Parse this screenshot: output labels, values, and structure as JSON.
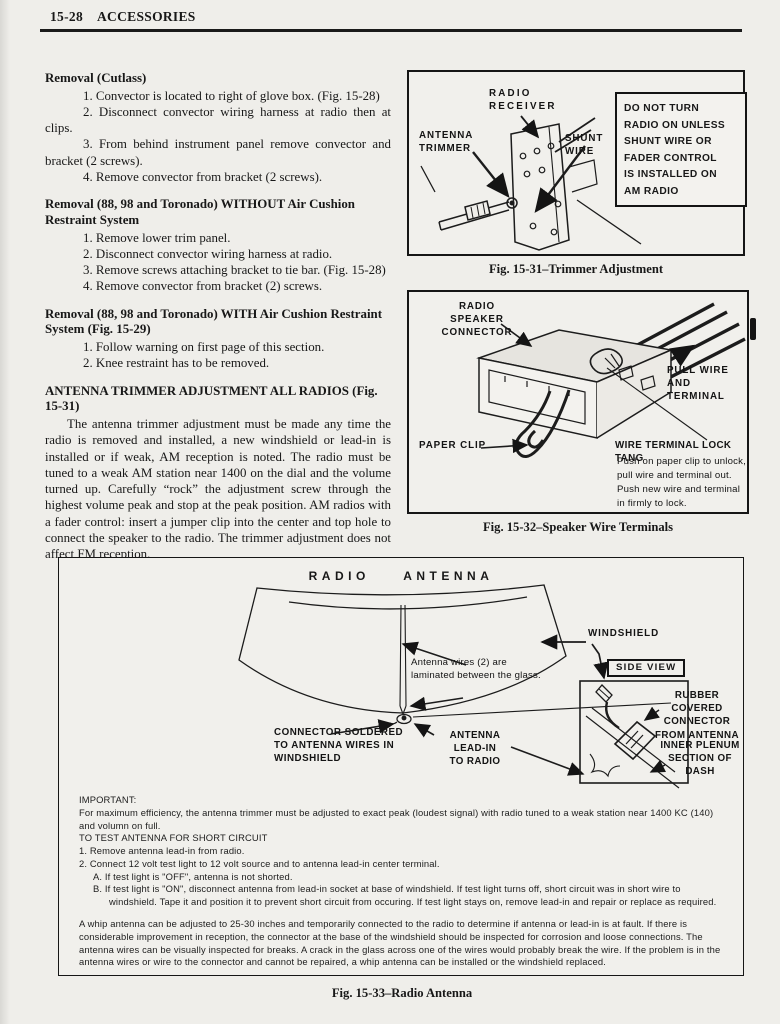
{
  "header": {
    "page_number": "15-28",
    "title": "ACCESSORIES"
  },
  "left": {
    "sections": [
      {
        "heading": "Removal (Cutlass)",
        "steps": [
          "1. Convector is located to right of glove box. (Fig. 15-28)",
          "2. Disconnect convector wiring harness at radio then at clips.",
          "3. From behind instrument panel remove convector and bracket (2 screws).",
          "4. Remove convector from bracket (2 screws)."
        ]
      },
      {
        "heading": "Removal (88, 98 and Toronado) WITHOUT Air Cushion Restraint System",
        "steps": [
          "1. Remove lower trim panel.",
          "2. Disconnect convector wiring harness at radio.",
          "3. Remove screws attaching bracket to tie bar. (Fig. 15-28)",
          "4. Remove convector from bracket (2) screws."
        ]
      },
      {
        "heading": "Removal (88, 98 and Toronado) WITH Air Cushion Restraint System (Fig. 15-29)",
        "steps": [
          "1. Follow warning on first page of this section.",
          "2. Knee restraint has to be removed."
        ]
      },
      {
        "heading": "ANTENNA TRIMMER ADJUSTMENT ALL RADIOS (Fig. 15-31)",
        "body": "The antenna trimmer adjustment must be made any time the radio is removed and installed, a new windshield or lead-in is installed or if weak, AM reception is noted. The radio must be tuned to a weak AM station near 1400 on the dial and the volume turned up. Carefully “rock” the adjustment screw through the highest volume peak and stop at the peak position. AM radios with a fader control: insert a jumper clip into the center and top hole to connect the speaker to the radio. The trimmer adjustment does not affect FM reception."
      }
    ]
  },
  "fig31": {
    "labels": {
      "radio_receiver": "RADIO\nRECEIVER",
      "antenna_trimmer": "ANTENNA\nTRIMMER",
      "shunt_wire": "SHUNT\nWIRE"
    },
    "warning": "DO NOT TURN\nRADIO ON UNLESS\nSHUNT WIRE OR\nFADER CONTROL\nIS INSTALLED ON\nAM RADIO",
    "caption": "Fig. 15-31–Trimmer Adjustment"
  },
  "fig32": {
    "labels": {
      "radio_speaker_connector": "RADIO SPEAKER\nCONNECTOR",
      "pull_wire": "PULL WIRE\nAND TERMINAL",
      "paper_clip": "PAPER CLIP",
      "lock_tang": "WIRE TERMINAL LOCK TANG"
    },
    "note": "Push on paper clip to unlock,\npull wire and terminal out.\nPush new wire and terminal\nin firmly to lock.",
    "caption": "Fig. 15-32–Speaker Wire Terminals"
  },
  "fig33": {
    "title": "RADIO ANTENNA",
    "labels": {
      "windshield": "WINDSHIELD",
      "antenna_wires": "Antenna wires (2) are\nlaminated between the glass.",
      "side_view": "SIDE VIEW",
      "rubber_connector": "RUBBER COVERED\nCONNECTOR\nFROM ANTENNA",
      "inner_plenum": "INNER PLENUM\nSECTION OF DASH",
      "connector_soldered": "CONNECTOR SOLDERED\nTO ANTENNA WIRES IN\nWINDSHIELD",
      "antenna_lead_in": "ANTENNA LEAD-IN\nTO RADIO"
    },
    "notes": {
      "important_label": "IMPORTANT:",
      "important_text": "For maximum  efficiency, the antenna trimmer must be adjusted to exact peak (loudest signal) with radio tuned to a weak station near 1400 KC (140) and volumn on full.",
      "test_heading": "TO TEST ANTENNA FOR SHORT CIRCUIT",
      "steps": [
        "1. Remove antenna lead-in from radio.",
        "2. Connect 12 volt test light to 12 volt source and to antenna lead-in center terminal."
      ],
      "substeps": [
        "A. If test light is \"OFF\",   antenna is not shorted.",
        "B. If test light is \"ON\", disconnect antenna from lead-in socket at base of windshield.  If test light turns off,  short circuit was in short wire to windshield. Tape it and position it to prevent short circuit from occuring.  If test light stays on,  remove lead-in and repair or replace as required."
      ],
      "whip": "A whip antenna can be adjusted to 25-30 inches and temporarily connected to the radio to determine if antenna or lead-in is at fault.  If there is considerable improvement in reception,  the connector at the base of the windshield should be inspected for corrosion and loose connections.  The antenna wires can be visually inspected for breaks.  A crack in the glass across one of the wires would probably break the wire.  If the problem is in the antenna wires or wire to the connector and cannot be repaired,  a whip antenna can be installed or the windshield replaced."
    },
    "caption": "Fig. 15-33–Radio Antenna"
  }
}
